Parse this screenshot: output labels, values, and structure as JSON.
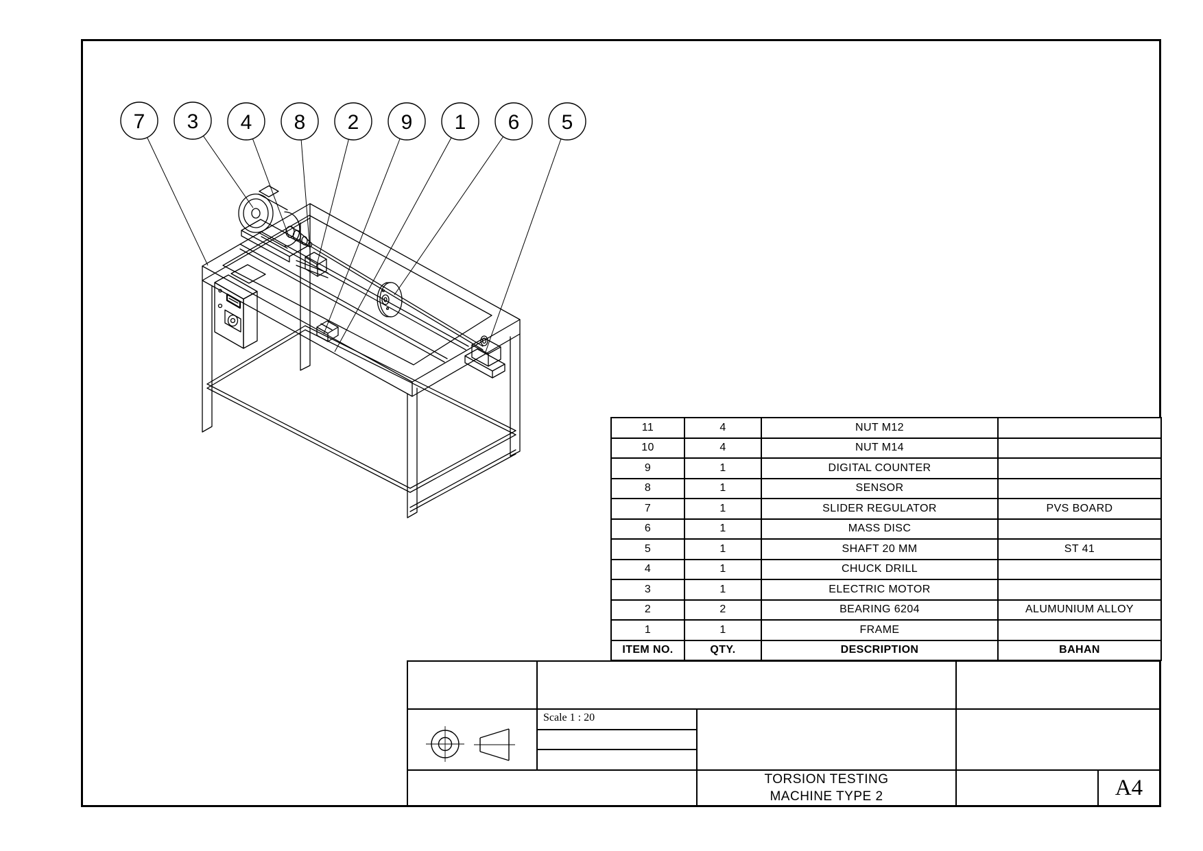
{
  "drawing": {
    "balloons": [
      "7",
      "3",
      "4",
      "8",
      "2",
      "9",
      "1",
      "6",
      "5"
    ]
  },
  "bom": {
    "headers": {
      "item_no": "ITEM NO.",
      "qty": "QTY.",
      "description": "DESCRIPTION",
      "material": "BAHAN"
    },
    "rows": [
      {
        "item_no": "11",
        "qty": "4",
        "description": "NUT M12",
        "material": ""
      },
      {
        "item_no": "10",
        "qty": "4",
        "description": "NUT M14",
        "material": ""
      },
      {
        "item_no": "9",
        "qty": "1",
        "description": "DIGITAL COUNTER",
        "material": ""
      },
      {
        "item_no": "8",
        "qty": "1",
        "description": "SENSOR",
        "material": ""
      },
      {
        "item_no": "7",
        "qty": "1",
        "description": "SLIDER REGULATOR",
        "material": "PVS BOARD"
      },
      {
        "item_no": "6",
        "qty": "1",
        "description": "MASS DISC",
        "material": ""
      },
      {
        "item_no": "5",
        "qty": "1",
        "description": "SHAFT 20 MM",
        "material": "ST 41"
      },
      {
        "item_no": "4",
        "qty": "1",
        "description": "CHUCK DRILL",
        "material": ""
      },
      {
        "item_no": "3",
        "qty": "1",
        "description": "ELECTRIC MOTOR",
        "material": ""
      },
      {
        "item_no": "2",
        "qty": "2",
        "description": "BEARING 6204",
        "material": "ALUMUNIUM ALLOY"
      },
      {
        "item_no": "1",
        "qty": "1",
        "description": "FRAME",
        "material": ""
      }
    ]
  },
  "title_block": {
    "scale_label": "Scale 1 : 20",
    "title_line1": "TORSION TESTING",
    "title_line2": "MACHINE TYPE 2",
    "sheet_size": "A4"
  },
  "colors": {
    "line": "#000000",
    "background": "#ffffff"
  }
}
